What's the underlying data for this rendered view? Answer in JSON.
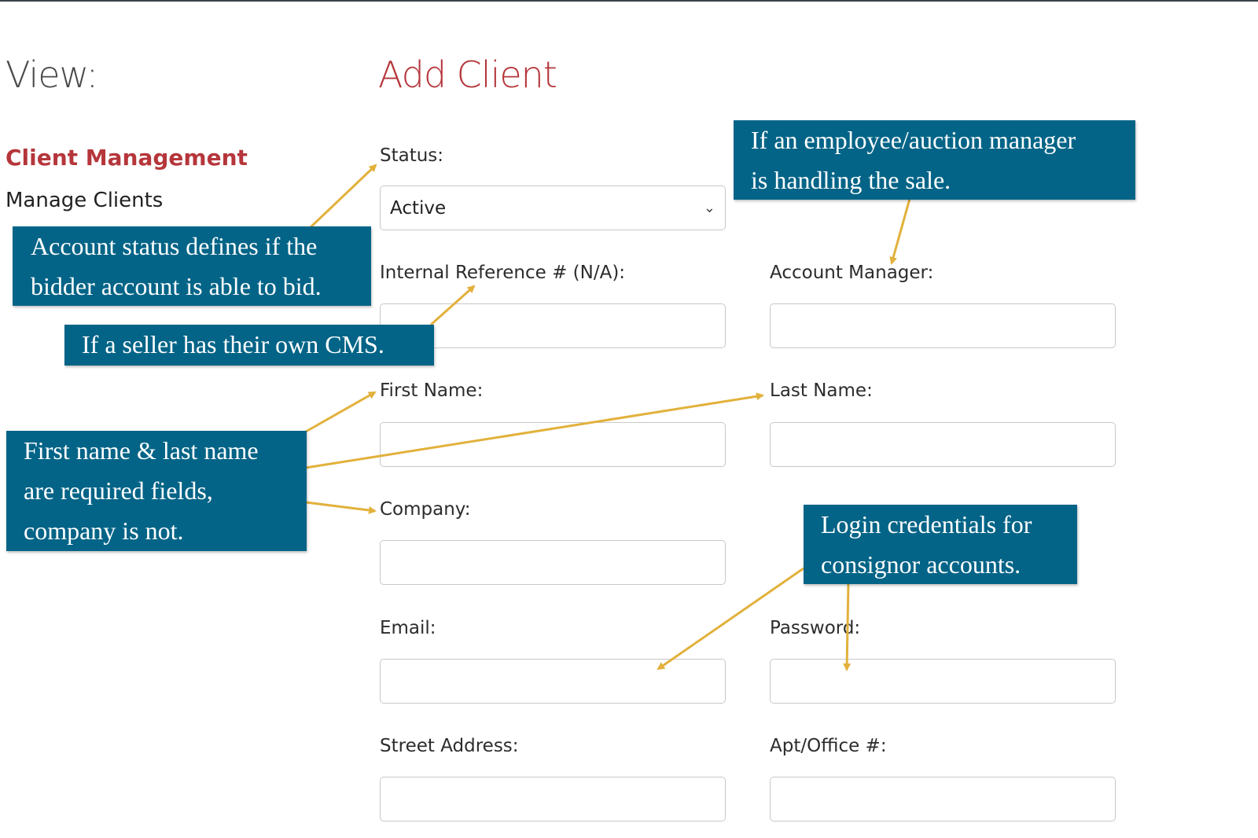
{
  "sidebar": {
    "view_title": "View:",
    "heading": "Client Management",
    "link": "Manage Clients"
  },
  "main": {
    "title": "Add Client",
    "fields": {
      "status_label": "Status:",
      "status_value": "Active",
      "internal_ref_label": "Internal Reference # (N/A):",
      "account_manager_label": "Account Manager:",
      "first_name_label": "First Name:",
      "last_name_label": "Last Name:",
      "company_label": "Company:",
      "email_label": "Email:",
      "password_label": "Password:",
      "street_label": "Street Address:",
      "apt_label": "Apt/Office #:"
    }
  },
  "callouts": {
    "status_line1": "Account status defines if the",
    "status_line2": "bidder account is able to bid.",
    "cms": "If a seller has their own CMS.",
    "manager_line1": "If an employee/auction manager",
    "manager_line2": "is handling the sale.",
    "names_line1": "First name & last name",
    "names_line2": "are required fields,",
    "names_line3": "company is not.",
    "login_line1": "Login credentials for",
    "login_line2": "consignor accounts."
  },
  "colors": {
    "accent_red": "#b5363b",
    "callout_blue": "#036487",
    "arrow_gold": "#e2b13c"
  }
}
